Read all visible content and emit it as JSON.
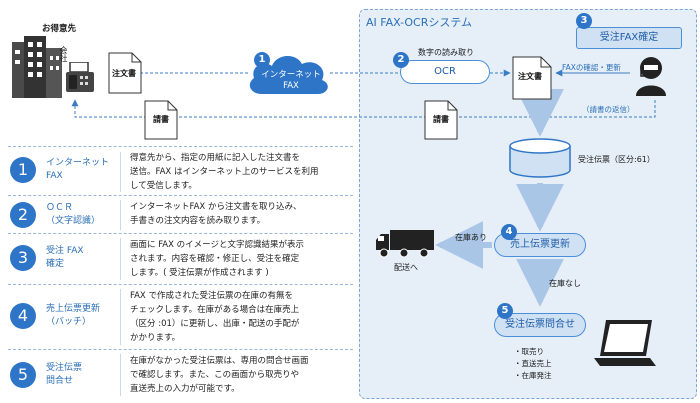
{
  "system": {
    "title": "AI FAX-OCRシステム"
  },
  "customer": {
    "title": "お得意先",
    "company_label": "会社"
  },
  "docs": {
    "order": "注文書",
    "invoice": "請書",
    "order_inside": "注文書",
    "invoice_inside": "請書"
  },
  "cloud": {
    "number": "1",
    "label_line1": "インターネット",
    "label_line2": "FAX"
  },
  "ocr": {
    "number": "2",
    "caption": "数字の読み取り",
    "label": "OCR"
  },
  "confirm": {
    "number": "3",
    "label": "受注FAX確定",
    "check_caption": "FAXの確認・更新",
    "return_caption": "（請書の返信）"
  },
  "sales_db": {
    "caption": "受注伝票（区分:61）"
  },
  "sales_update": {
    "number": "4",
    "label": "売上伝票更新",
    "in_stock": "在庫あり",
    "delivery": "配送へ",
    "no_stock": "在庫なし"
  },
  "inquiry": {
    "number": "5",
    "label": "受注伝票問合せ",
    "bullets": [
      "・取売り",
      "・直送売上",
      "・在庫発注"
    ]
  },
  "steps": [
    {
      "number": "1",
      "label_line1": "インターネット",
      "label_line2": "FAX",
      "desc_lines": [
        "得意先から、指定の用紙に記入した注文書を",
        "送信。FAX はインターネット上のサービスを利用",
        "して受信します。"
      ]
    },
    {
      "number": "2",
      "label_line1": "ＯＣＲ",
      "label_line2": "（文字認識）",
      "desc_lines": [
        "インターネットFAX から注文書を取り込み、",
        "手書きの注文内容を読み取ります。"
      ]
    },
    {
      "number": "3",
      "label_line1": "受注 FAX",
      "label_line2": "確定",
      "desc_lines": [
        "画面に FAX のイメージと文字認識結果が表示",
        "されます。内容を確認・修正し、受注を確定",
        "します。( 受注伝票が作成されます )"
      ]
    },
    {
      "number": "4",
      "label_line1": "売上伝票更新",
      "label_line2": "（バッチ）",
      "desc_lines": [
        "FAX で作成された受注伝票の在庫の有無を",
        "チェックします。在庫がある場合は在庫売上",
        "（区分 :01）に更新し、出庫・配送の手配が",
        "かかります。"
      ]
    },
    {
      "number": "5",
      "label_line1": "受注伝票",
      "label_line2": "問合せ",
      "desc_lines": [
        "在庫がなかった受注伝票は、専用の問合せ画面",
        "で確認します。また、この画面から取売りや",
        "直送売上の入力が可能です。"
      ]
    }
  ]
}
